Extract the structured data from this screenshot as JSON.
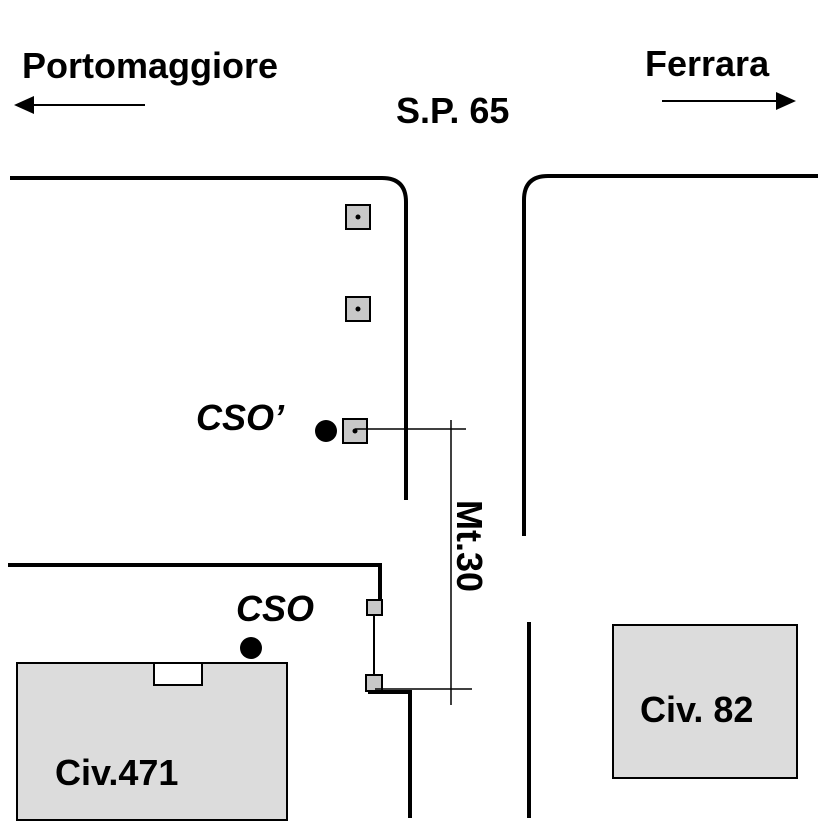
{
  "labels": {
    "left_town": "Portomaggiore",
    "right_town": "Ferrara",
    "road": "S.P. 65",
    "distance": "Mt.30",
    "cso_prime": "CSO’",
    "cso": "CSO",
    "civ_left": "Civ.471",
    "civ_right": "Civ. 82"
  },
  "icons": {
    "arrow_left": "arrow-left-icon",
    "arrow_right": "arrow-right-icon",
    "point_marker": "filled-circle-marker",
    "post_marker": "square-post-marker"
  },
  "colors": {
    "lines": "#000000",
    "building_fill": "#dcdcdc",
    "post_fill": "#c8c8c8",
    "background": "#ffffff"
  }
}
